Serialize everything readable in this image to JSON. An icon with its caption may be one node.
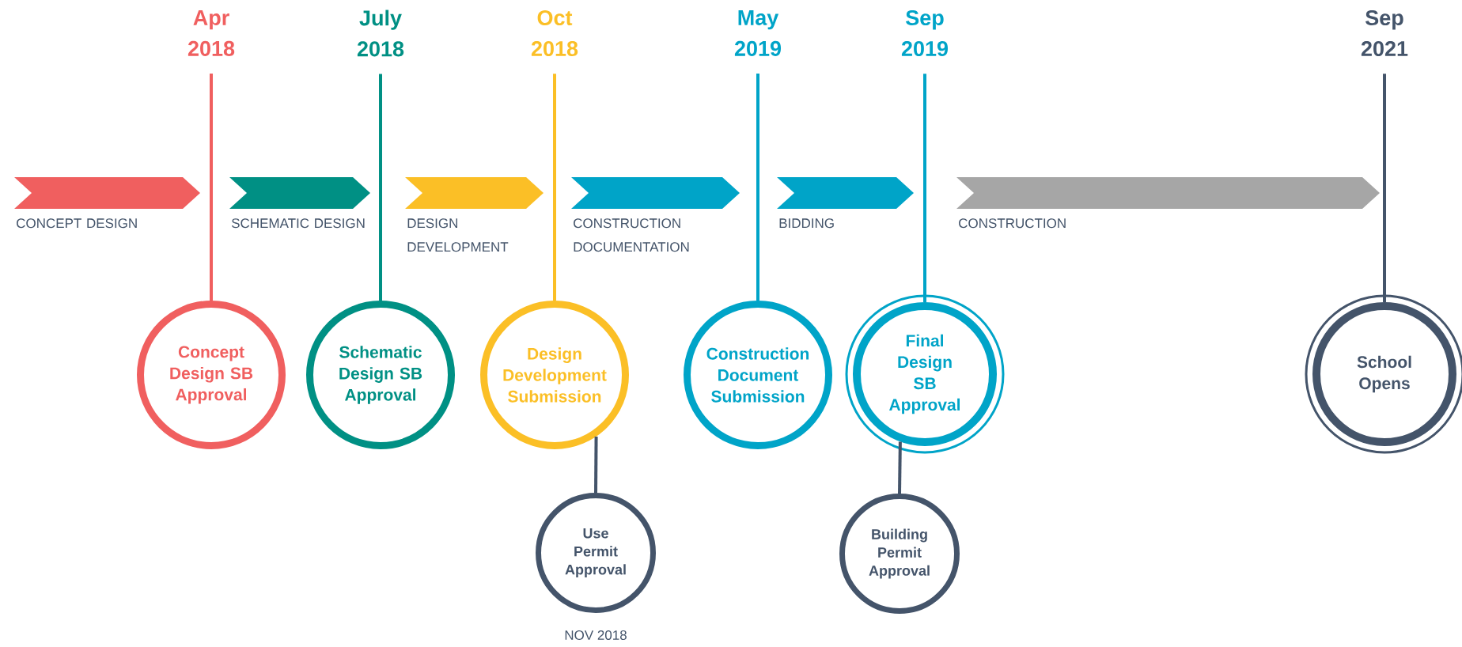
{
  "diagram": {
    "nodes": [
      {
        "text": [
          "Apr 2018"
        ]
      },
      {
        "text": [
          "July 2018"
        ]
      },
      {
        "text": [
          "Oct 2018"
        ]
      },
      {
        "text": [
          "May 2019"
        ]
      },
      {
        "text": [
          "Sep 2019"
        ]
      },
      {
        "text": [
          "Sep 2021"
        ]
      },
      {
        "text": [
          "CONCEPT DESIGN"
        ]
      },
      {
        "text": [
          "SCHEMATIC DESIGN"
        ]
      },
      {
        "text": [
          "DESIGN DEVELOPMENT"
        ]
      },
      {
        "text": [
          "CONSTRUCTION DOCUMENTATION"
        ]
      },
      {
        "text": [
          "BIDDING"
        ]
      },
      {
        "text": [
          "CONSTRUCTION"
        ]
      },
      {
        "text": [
          "Concept Design SB Approval"
        ]
      },
      {
        "text": [
          "Schematic Design SB Approval"
        ]
      },
      {
        "text": [
          "Design Development Submission"
        ]
      },
      {
        "text": [
          "Construction Document Submission"
        ]
      },
      {
        "text": [
          "Final Design SB Approval"
        ]
      },
      {
        "text": [
          "School Opens"
        ]
      },
      {
        "text": [
          "Use Permit Approval"
        ],
        "beside": [
          "NOV 2018"
        ]
      },
      {
        "text": [
          "Building Permit Approval"
        ]
      }
    ],
    "edges": [
      {
        "from": 0,
        "to": 12,
        "arrow": "none",
        "color": "#f05f5f"
      },
      {
        "from": 1,
        "to": 13,
        "arrow": "none",
        "color": "#009084"
      },
      {
        "from": 2,
        "to": 14,
        "arrow": "none",
        "color": "#fbbf26"
      },
      {
        "from": 3,
        "to": 15,
        "arrow": "none",
        "color": "#00a4c8"
      },
      {
        "from": 4,
        "to": 16,
        "arrow": "none",
        "color": "#00a4c8"
      },
      {
        "from": 5,
        "to": 17,
        "arrow": "none"
      },
      {
        "from": 14,
        "to": 18,
        "arrow": "none"
      },
      {
        "from": 16,
        "to": 19,
        "arrow": "none"
      }
    ]
  }
}
